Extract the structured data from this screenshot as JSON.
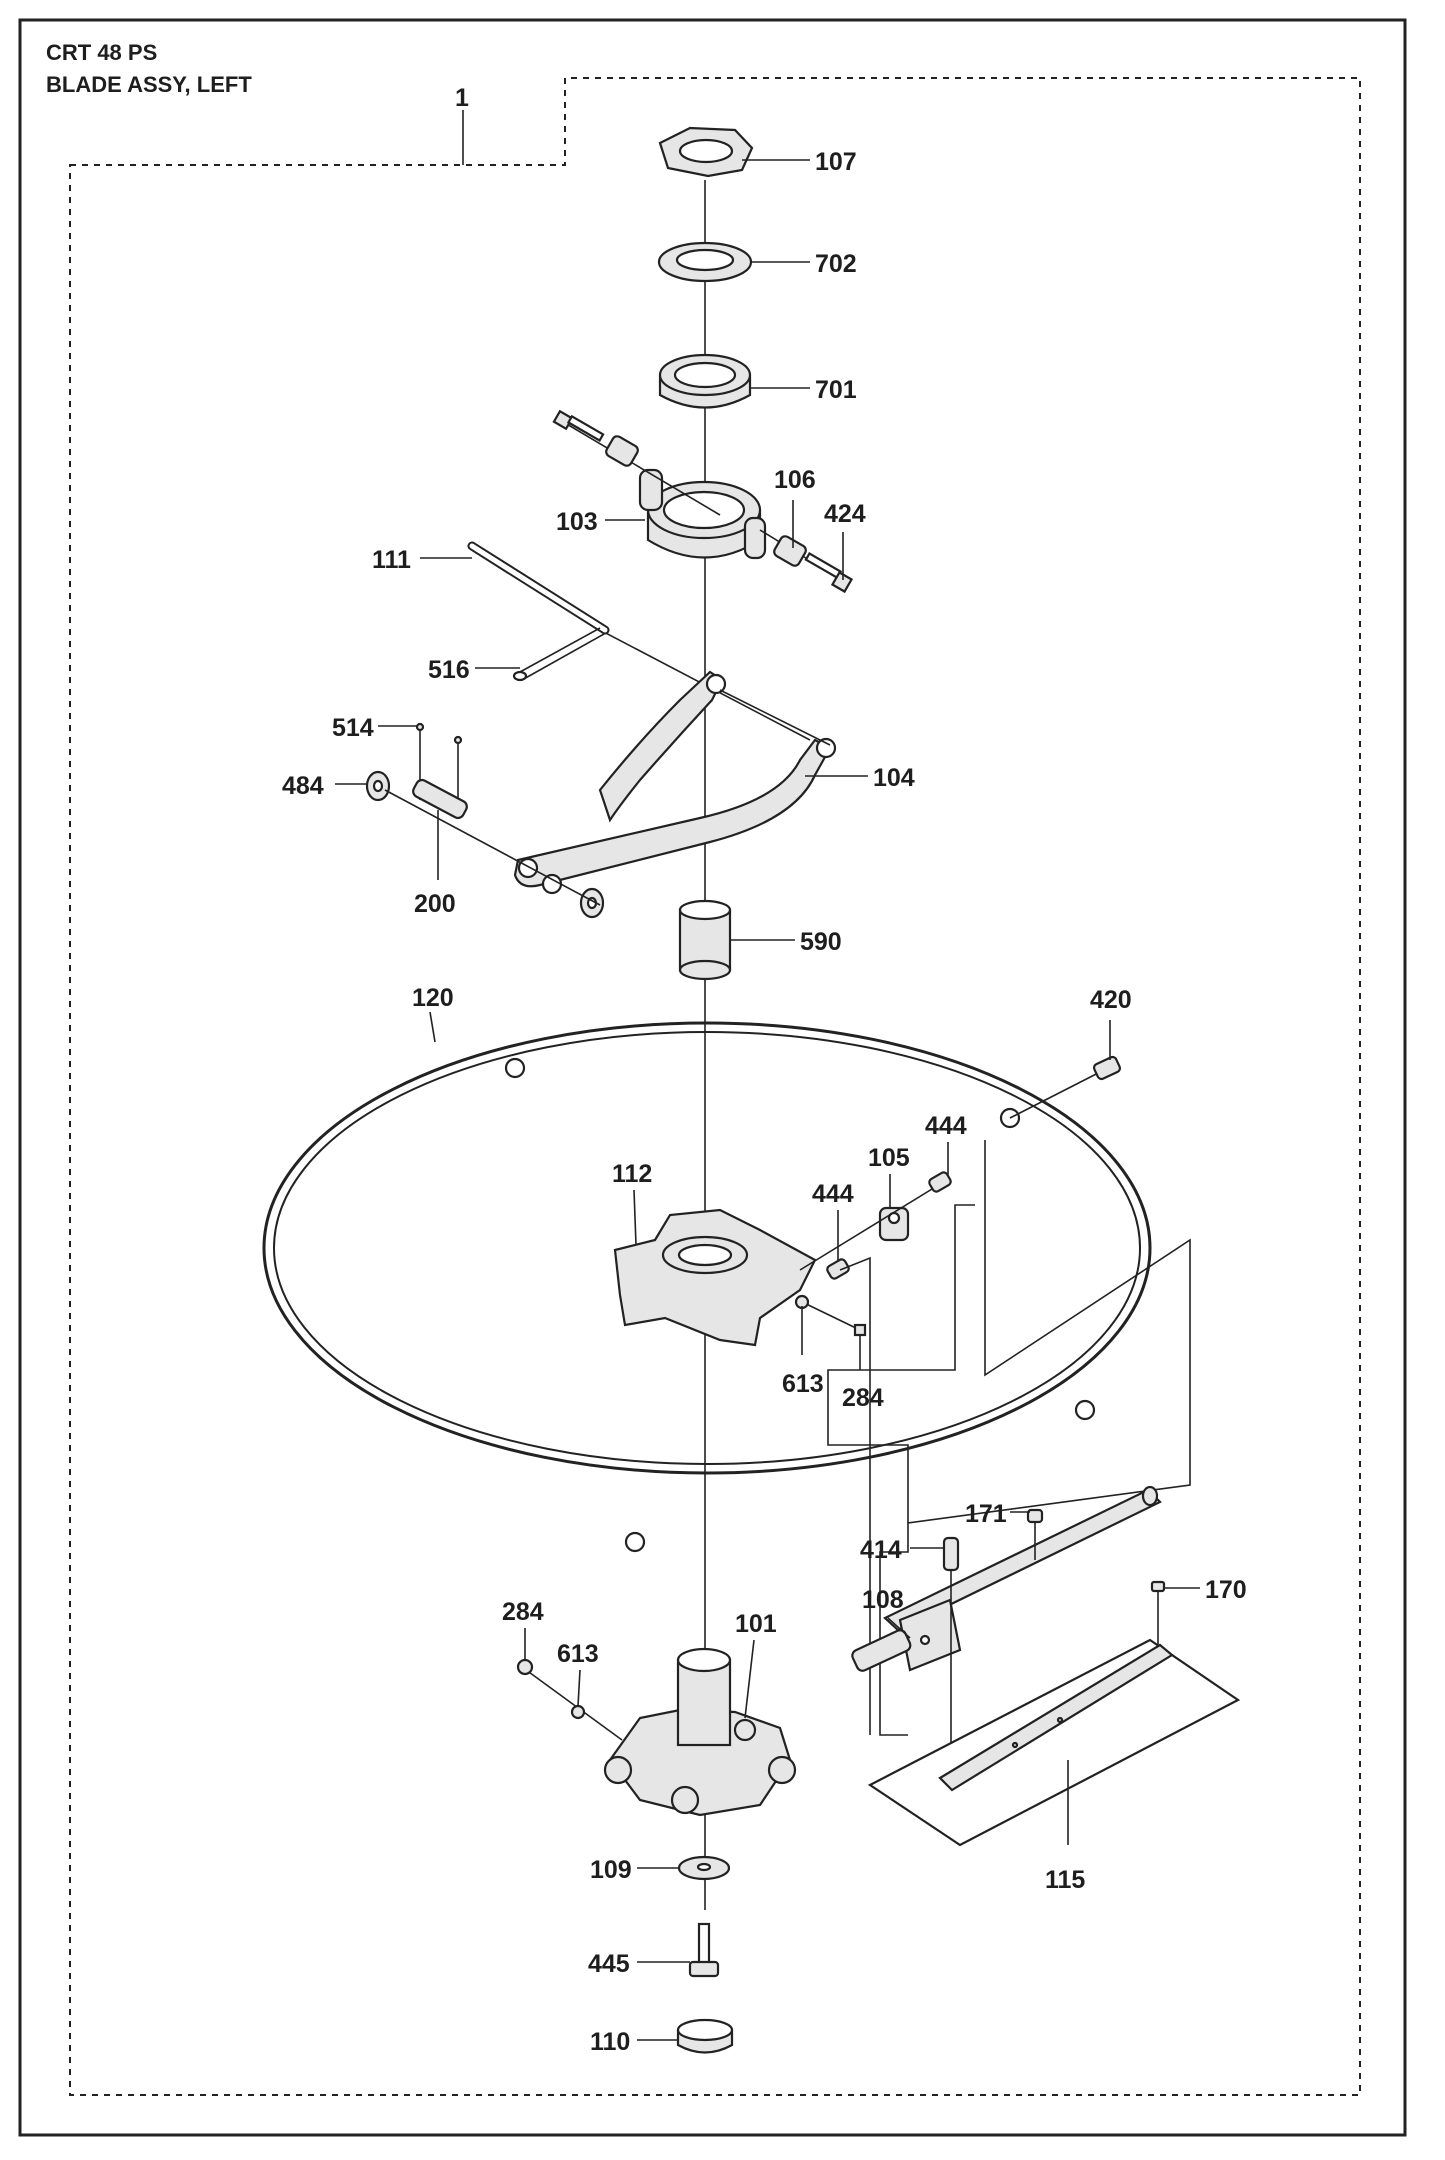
{
  "header": {
    "model": "CRT 48 PS",
    "assembly": "BLADE ASSY, LEFT",
    "group_number": "1"
  },
  "callouts": {
    "c107": "107",
    "c702": "702",
    "c701": "701",
    "c106": "106",
    "c424": "424",
    "c103": "103",
    "c111": "111",
    "c516": "516",
    "c514": "514",
    "c484": "484",
    "c104": "104",
    "c200": "200",
    "c590": "590",
    "c120": "120",
    "c420": "420",
    "c444a": "444",
    "c105": "105",
    "c444b": "444",
    "c112": "112",
    "c613a": "613",
    "c284a": "284",
    "c171": "171",
    "c414": "414",
    "c108": "108",
    "c170": "170",
    "c284b": "284",
    "c613b": "613",
    "c101": "101",
    "c115": "115",
    "c109": "109",
    "c445": "445",
    "c110": "110"
  }
}
